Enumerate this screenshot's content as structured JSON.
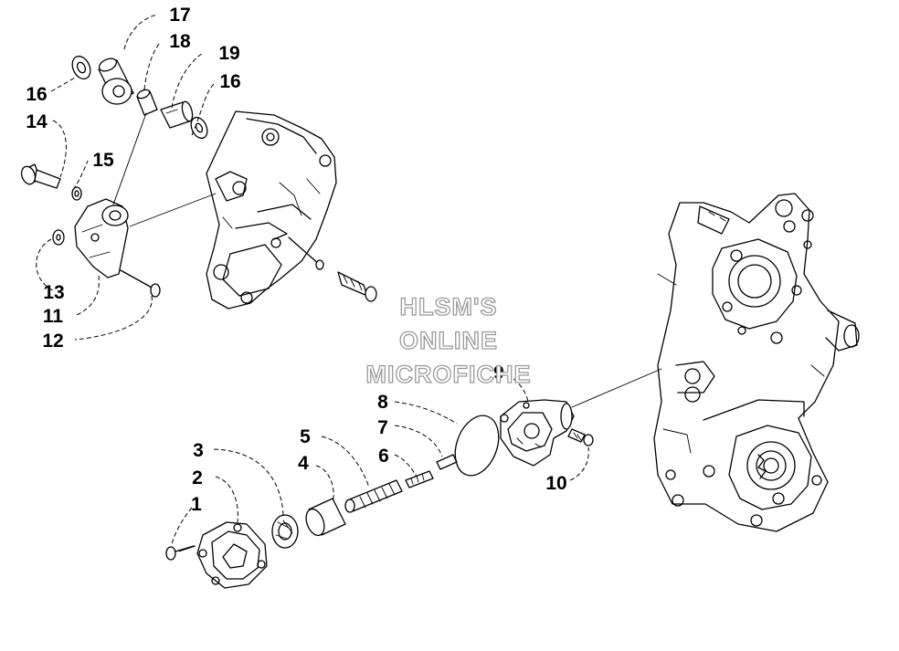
{
  "watermark": {
    "line1": "HLSM'S",
    "line2": "ONLINE",
    "line3": "MICROFICHE"
  },
  "callouts": {
    "c1": "1",
    "c2": "2",
    "c3": "3",
    "c4": "4",
    "c5": "5",
    "c6": "6",
    "c7": "7",
    "c8": "8",
    "c9": "9",
    "c10": "10",
    "c11": "11",
    "c12": "12",
    "c13": "13",
    "c14": "14",
    "c15": "15",
    "c16a": "16",
    "c16b": "16",
    "c17": "17",
    "c18": "18",
    "c19": "19"
  }
}
